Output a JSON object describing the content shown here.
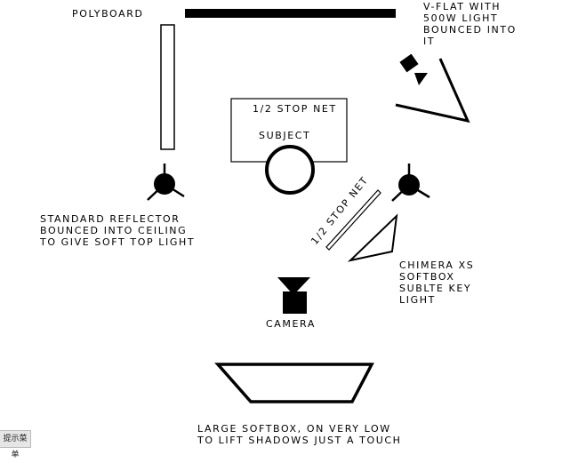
{
  "labels": {
    "polyboard": "POLYBOARD",
    "vflat": [
      "V-FLAT WITH",
      "500W LIGHT",
      "BOUNCED INTO",
      "IT"
    ],
    "net_top": "1/2 STOP NET",
    "subject": "SUBJECT",
    "net_diagonal": "1/2 STOP NET",
    "reflector": [
      "STANDARD REFLECTOR",
      "BOUNCED INTO CEILING",
      "TO GIVE SOFT TOP LIGHT"
    ],
    "chimera": [
      "CHIMERA XS",
      "SOFTBOX",
      "SUBLTE KEY",
      "LIGHT"
    ],
    "camera": "CAMERA",
    "large_softbox": [
      "LARGE SOFTBOX, ON VERY LOW",
      "TO LIFT SHADOWS JUST A TOUCH"
    ]
  },
  "corner_tag": "提示菜单",
  "colors": {
    "ink": "#000000",
    "background": "#ffffff"
  }
}
